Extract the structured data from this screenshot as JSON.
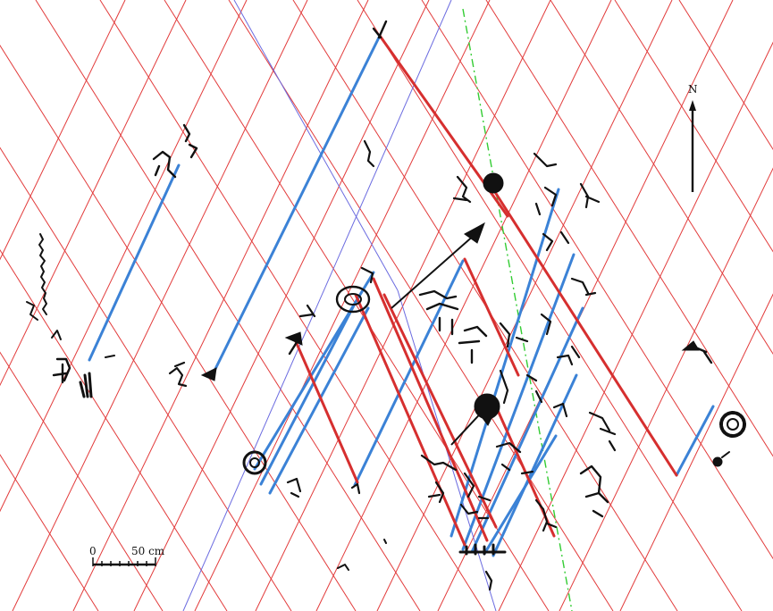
{
  "figure": {
    "colors": {
      "background": "#ffffff",
      "grid_lines": "#e23b3b",
      "ref_lines": "#6b6be0",
      "azimuth_lines": "#3b82d6",
      "alignment_lines": "#d62f2f",
      "meridian": "#33cc33",
      "engravings": "#111111"
    },
    "north_arrow": {
      "label": "N",
      "icon": "north-arrow-icon"
    },
    "scale_bar": {
      "zero_label": "0",
      "length_label": "50 cm"
    }
  }
}
